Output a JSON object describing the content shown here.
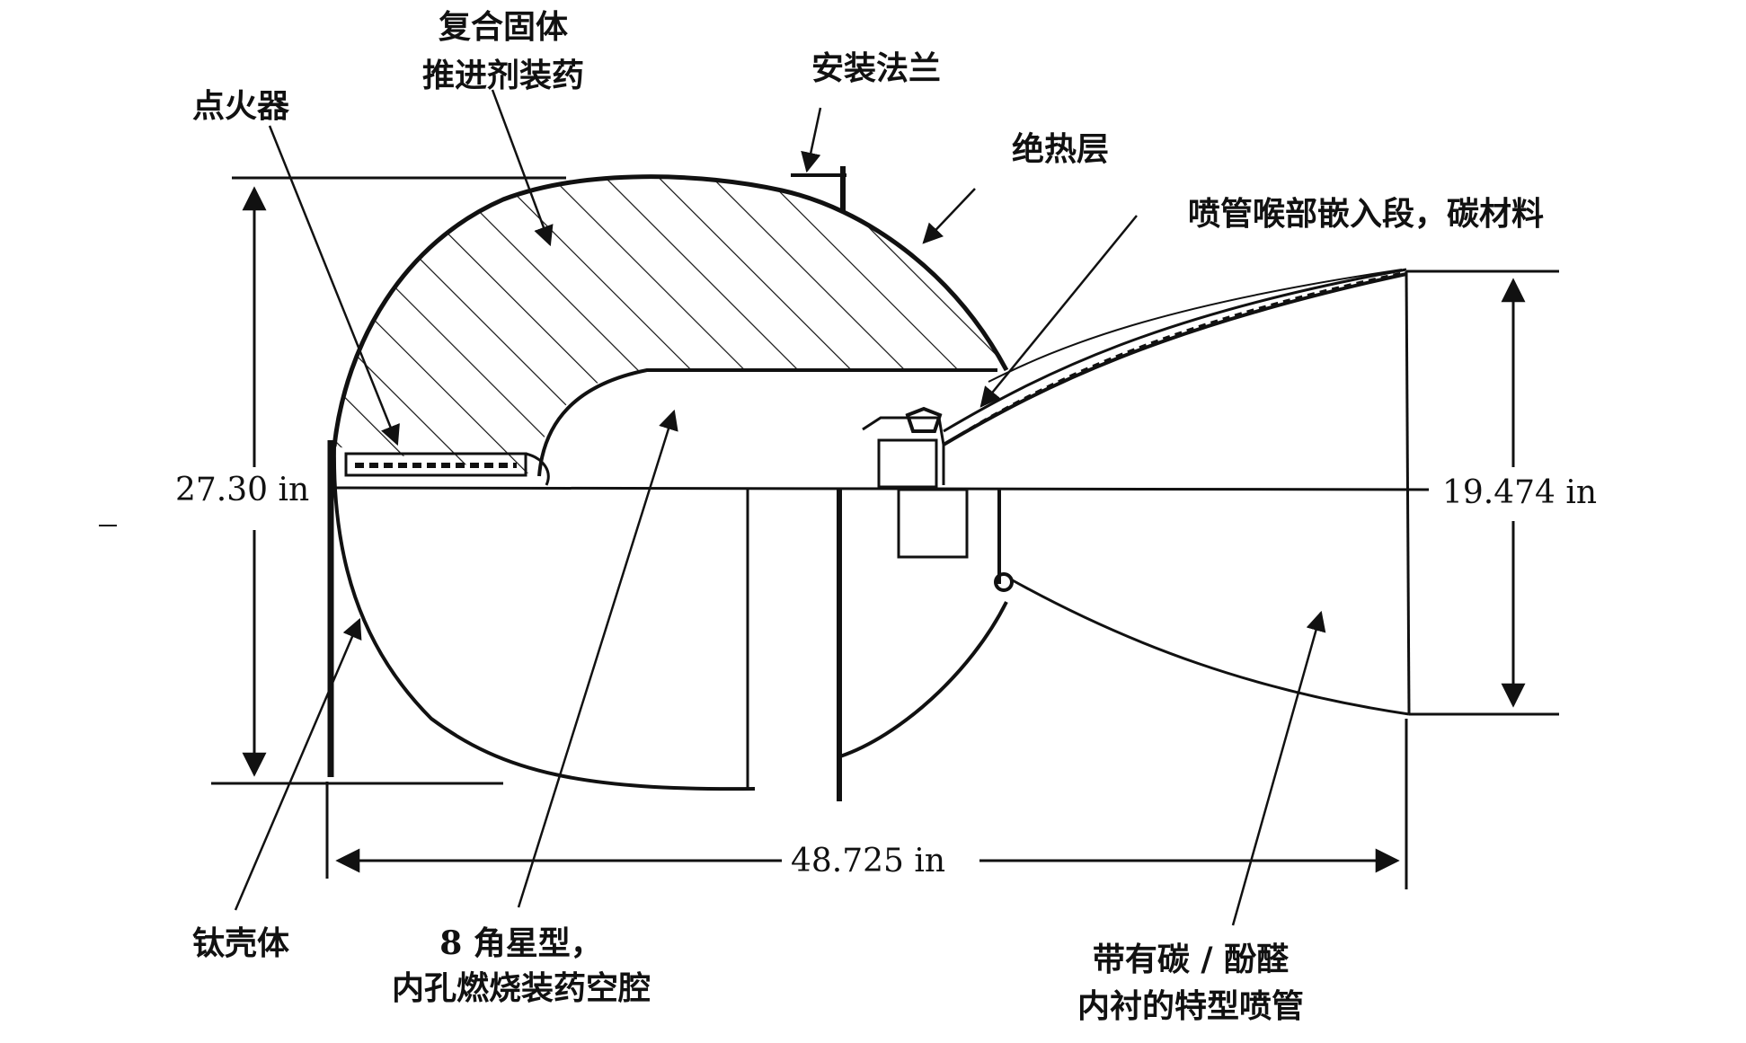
{
  "labels": {
    "propellant_line1": "复合固体",
    "propellant_line2": "推进剂装药",
    "igniter": "点火器",
    "mounting_flange": "安装法兰",
    "insulation": "绝热层",
    "throat_insert": "喷管喉部嵌入段，碳材料",
    "titanium_case": "钛壳体",
    "grain_cavity_line1": "8 角星型，",
    "grain_cavity_line2": "内孔燃烧装药空腔",
    "nozzle_line1": "带有碳 / 酚醛",
    "nozzle_line2": "内衬的特型喷管"
  },
  "dimensions": {
    "case_diameter": "27.30 in",
    "exit_diameter": "19.474 in",
    "overall_length": "48.725 in"
  },
  "colors": {
    "stroke": "#111111",
    "background": "#ffffff"
  }
}
